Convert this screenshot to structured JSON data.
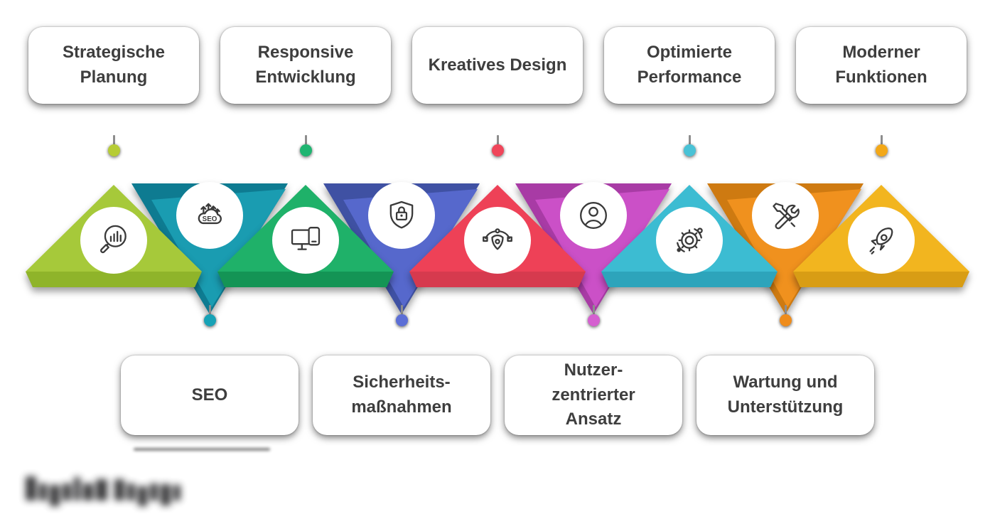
{
  "steps_top": [
    {
      "label": "Strategische\nPlanung"
    },
    {
      "label": "Responsive\nEntwicklung"
    },
    {
      "label": "Kreatives Design"
    },
    {
      "label": "Optimierte\nPerformance"
    },
    {
      "label": "Moderner\nFunktionen"
    }
  ],
  "steps_bottom": [
    {
      "label": "SEO"
    },
    {
      "label": "Sicherheits-\nmaßnahmen"
    },
    {
      "label": "Nutzer-\nzentrierter\nAnsatz"
    },
    {
      "label": "Wartung und\nUnterstützung"
    }
  ],
  "dots_top": [
    "#b6cc35",
    "#1fb571",
    "#f0455a",
    "#49c2d6",
    "#f3a818"
  ],
  "dots_bottom": [
    "#17a2b6",
    "#5b6ed6",
    "#d55fd0",
    "#ef8c1b"
  ],
  "pyramids": [
    {
      "id": "strategische-planung",
      "orientation": "up",
      "icon": "analysis-magnifier-icon",
      "face": "#a6c93a",
      "side": "#8fb42a"
    },
    {
      "id": "seo",
      "orientation": "down",
      "icon": "seo-cloud-icon",
      "face": "#1a9cb1",
      "side": "#0e7b91"
    },
    {
      "id": "responsive-entwicklung",
      "orientation": "up",
      "icon": "responsive-devices-icon",
      "face": "#1fb169",
      "side": "#149455"
    },
    {
      "id": "sicherheitsmassnahmen",
      "orientation": "down",
      "icon": "shield-lock-icon",
      "face": "#5668cc",
      "side": "#3f51a3"
    },
    {
      "id": "kreatives-design",
      "orientation": "up",
      "icon": "pen-tool-icon",
      "face": "#ee4157",
      "side": "#d63a4e"
    },
    {
      "id": "nutzerzentrierter-ansatz",
      "orientation": "down",
      "icon": "user-icon",
      "face": "#cb50c7",
      "side": "#a83ba5"
    },
    {
      "id": "optimierte-performance",
      "orientation": "up",
      "icon": "gear-orbit-icon",
      "face": "#3cbcd2",
      "side": "#2da4bb"
    },
    {
      "id": "wartung-unterstuetzung",
      "orientation": "down",
      "icon": "tools-icon",
      "face": "#f0911e",
      "side": "#ce7a11"
    },
    {
      "id": "moderner-funktionen",
      "orientation": "up",
      "icon": "rocket-icon",
      "face": "#f2b51f",
      "side": "#d89d15"
    }
  ],
  "icon_texts": {
    "seo_cloud": "SEO"
  },
  "colors": {
    "background": "#ffffff",
    "label_text": "#3e3e3e",
    "icon_stroke": "#3a3a3a",
    "connector_gray": "#8d8d8d"
  }
}
